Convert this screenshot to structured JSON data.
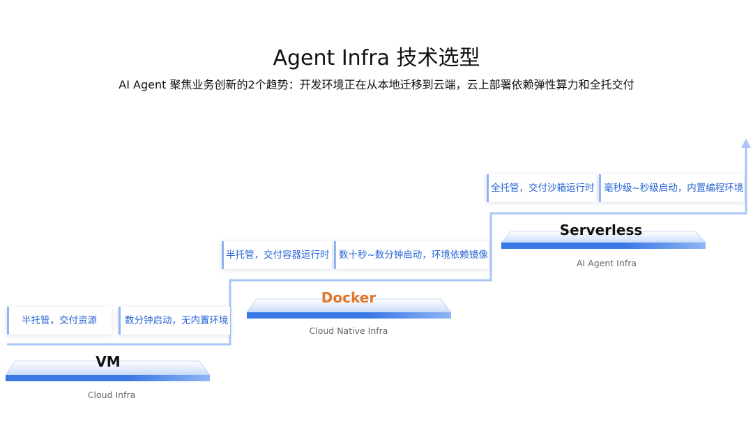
{
  "header": {
    "title": "Agent Infra 技术选型",
    "subtitle": "AI Agent 聚焦业务创新的2个趋势：开发环境正在从本地迁移到云端，云上部署依赖弹性算力和全托交付"
  },
  "tiers": [
    {
      "name": "VM",
      "caption": "Cloud Infra",
      "cards": [
        "半托管，交付资源",
        "数分钟启动，无内置环境"
      ]
    },
    {
      "name": "Docker",
      "caption": "Cloud Native Infra",
      "cards": [
        "半托管，交付容器运行时",
        "数十秒~数分钟启动，环境依赖镜像"
      ]
    },
    {
      "name": "Serverless",
      "caption": "AI Agent Infra",
      "cards": [
        "全托管，交付沙箱运行时",
        "毫秒级~秒级启动，内置编程环境"
      ]
    }
  ],
  "colors": {
    "accent_blue": "#2f6fe0",
    "card_text": "#2763d4",
    "docker_orange": "#e2762b",
    "step_line": "#a9c6f5"
  }
}
